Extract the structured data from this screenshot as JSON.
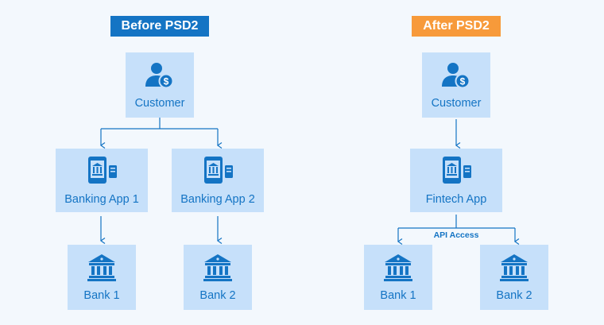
{
  "before": {
    "title": "Before PSD2",
    "customer": "Customer",
    "app1": "Banking App 1",
    "app2": "Banking App 2",
    "bank1": "Bank 1",
    "bank2": "Bank 2"
  },
  "after": {
    "title": "After PSD2",
    "customer": "Customer",
    "app": "Fintech App",
    "api_label": "API Access",
    "bank1": "Bank 1",
    "bank2": "Bank 2"
  },
  "colors": {
    "primary": "#1474c4",
    "accent": "#f79a3a",
    "box": "#c6e0fa",
    "background": "#f3f8fd"
  },
  "icons": {
    "customer": "user-dollar-icon",
    "app": "mobile-bank-icon",
    "bank": "bank-building-icon"
  }
}
